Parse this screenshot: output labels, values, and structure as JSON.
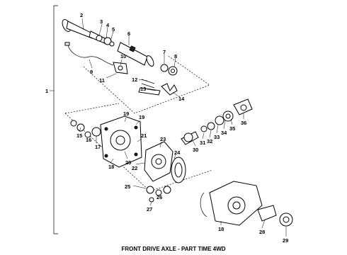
{
  "caption": "FRONT DRIVE AXLE - PART TIME 4WD",
  "labels": [
    "1",
    "2",
    "3",
    "4",
    "5",
    "6",
    "7",
    "8",
    "9",
    "10",
    "11",
    "12",
    "13",
    "14",
    "15",
    "16",
    "17",
    "18",
    "19",
    "19",
    "20",
    "21",
    "22",
    "23",
    "24",
    "25",
    "26",
    "27",
    "18",
    "28",
    "29",
    "30",
    "31",
    "32",
    "33",
    "34",
    "35",
    "36"
  ]
}
